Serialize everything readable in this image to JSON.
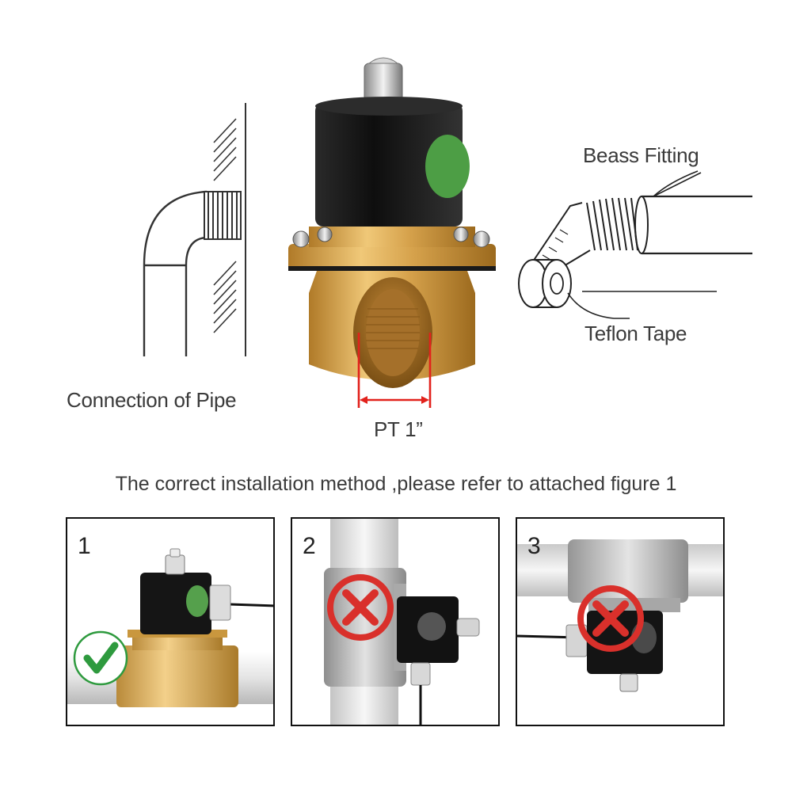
{
  "top": {
    "connection_label": "Connection of Pipe",
    "fitting_label": "Beass Fitting",
    "tape_label": "Teflon Tape",
    "size_label": "PT 1”"
  },
  "headline": "The correct installation method ,please refer to attached figure 1",
  "panels": [
    {
      "number": "1",
      "status": "correct"
    },
    {
      "number": "2",
      "status": "incorrect"
    },
    {
      "number": "3",
      "status": "incorrect"
    }
  ],
  "colors": {
    "brass": "#d8a84e",
    "coil": "#1a1a1a",
    "check_green": "#2e9a3e",
    "cross_red": "#d9302b",
    "pipe": "#e6e6e6"
  },
  "icons": [
    "checkmark-icon",
    "cross-icon"
  ]
}
